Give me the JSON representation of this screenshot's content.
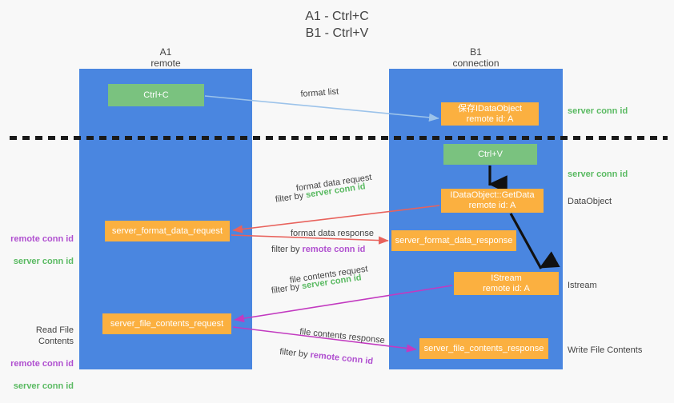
{
  "title": "A1 - Ctrl+C\nB1 - Ctrl+V",
  "lanes": [
    {
      "id": "a1",
      "header": "A1\nremote",
      "color": "#4a86e0"
    },
    {
      "id": "b1",
      "header": "B1\nconnection",
      "color": "#4a86e0"
    }
  ],
  "nodes": {
    "ctrl_c": {
      "label": "Ctrl+C",
      "color": "#7ac27f"
    },
    "idataobject": {
      "label": "保存IDataObject\nremote id: A",
      "color": "#fbb040"
    },
    "ctrl_v": {
      "label": "Ctrl+V",
      "color": "#7ac27f"
    },
    "getdata": {
      "label": "IDataObject::GetData\nremote id: A",
      "color": "#fbb040"
    },
    "format_data_request": {
      "label": "server_format_data_request",
      "color": "#fbb040"
    },
    "format_data_response": {
      "label": "server_format_data_response",
      "color": "#fbb040"
    },
    "istream": {
      "label": "IStream\nremote id: A",
      "color": "#fbb040"
    },
    "file_contents_request": {
      "label": "server_file_contents_request",
      "color": "#fbb040"
    },
    "file_contents_response": {
      "label": "server_file_contents_response",
      "color": "#fbb040"
    }
  },
  "edge_labels": {
    "format_list": "format list",
    "format_data_request": "format data request",
    "format_data_request_filter_prefix": "filter by ",
    "format_data_request_filter_key": "server conn id",
    "format_data_response": "format data response",
    "format_data_response_filter_prefix": "filter by ",
    "format_data_response_filter_key": "remote conn id",
    "file_contents_request": "file contents request",
    "file_contents_request_filter_prefix": "filter by ",
    "file_contents_request_filter_key": "server conn id",
    "file_contents_response": "file contents response",
    "file_contents_response_filter_prefix": "filter by ",
    "file_contents_response_filter_key": "remote conn id"
  },
  "side_notes": {
    "server_conn_id_top": "server conn id",
    "server_conn_id_mid": "server conn id",
    "dataobject": "DataObject",
    "istream": "Istream",
    "write_file_contents": "Write File Contents"
  },
  "left_notes": {
    "format_remote": "remote conn id",
    "format_server": "server conn id",
    "read_file_contents": "Read File Contents",
    "file_remote": "remote conn id",
    "file_server": "server conn id"
  },
  "colors": {
    "lane_blue": "#4a86e0",
    "node_green": "#7ac27f",
    "node_orange": "#fbb040",
    "accent_green_text": "#5aba62",
    "accent_purple_text": "#b050d0",
    "arrow_lightblue": "#9cc3ea",
    "arrow_red": "#e8625c",
    "arrow_magenta": "#c23ac0",
    "arrow_black": "#111111",
    "background": "#f8f8f8",
    "text": "#434343"
  }
}
